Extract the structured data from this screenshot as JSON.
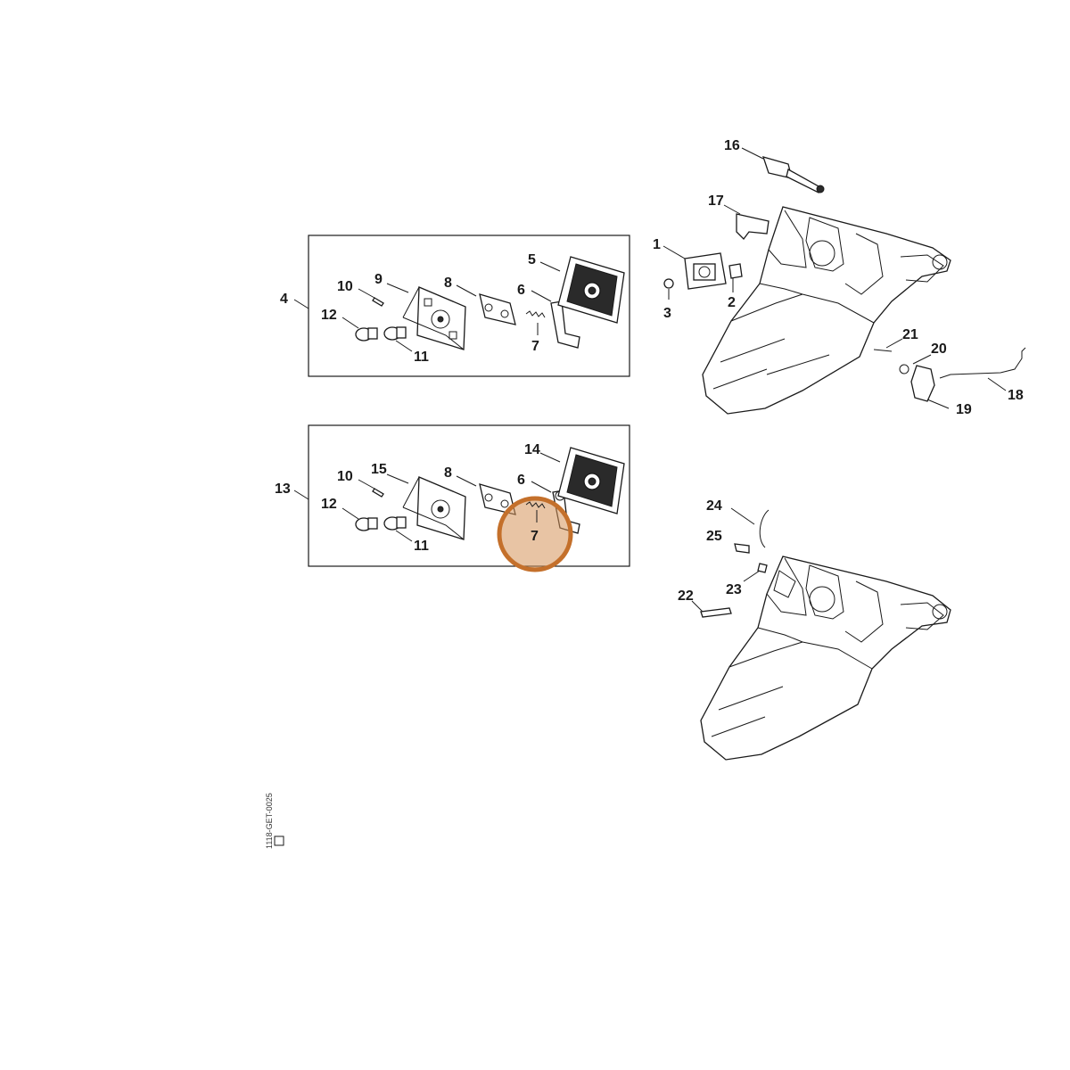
{
  "diagram": {
    "callouts": {
      "c1": "1",
      "c2": "2",
      "c3": "3",
      "c4": "4",
      "c5": "5",
      "c6": "6",
      "c7": "7",
      "c8": "8",
      "c9": "9",
      "c10": "10",
      "c11": "11",
      "c12": "12",
      "c13": "13",
      "c14": "14",
      "c15": "15",
      "c16": "16",
      "c17": "17",
      "c18": "18",
      "c19": "19",
      "c20": "20",
      "c21": "21",
      "c22": "22",
      "c23": "23",
      "c24": "24",
      "c25": "25"
    },
    "kit_a": {
      "c4": "4",
      "c5": "5",
      "c6": "6",
      "c7": "7",
      "c8": "8",
      "c9": "9",
      "c10": "10",
      "c11": "11",
      "c12": "12"
    },
    "kit_b": {
      "c13": "13",
      "c14": "14",
      "c15": "15",
      "c6": "6",
      "c7": "7",
      "c8": "8",
      "c10": "10",
      "c11": "11",
      "c12": "12"
    },
    "highlighted_part": "7",
    "highlight_color": "#d5935a",
    "drawing_code": "1118-GET-0025"
  }
}
